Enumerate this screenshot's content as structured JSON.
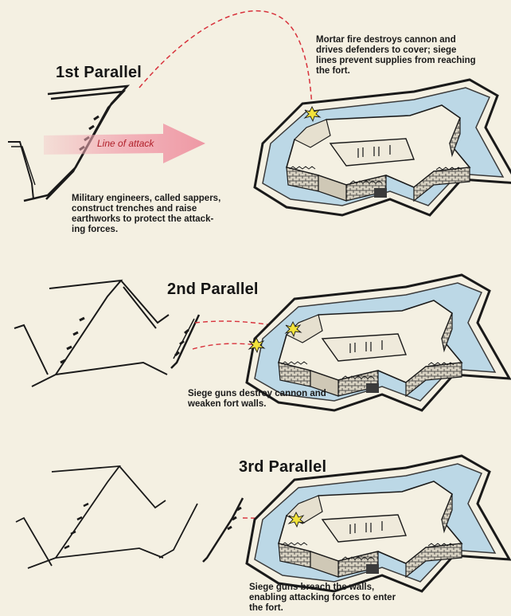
{
  "panels": [
    {
      "title": "1st Parallel",
      "caption_fort": "Mortar fire destroys cannon and\ndrives defenders to cover; siege\nlines prevent supplies from reaching\nthe fort.",
      "caption_trench": "Military engineers, called sappers,\nconstruct trenches and raise\nearthworks to protect the attack-\ning forces.",
      "arrow_label": "Line of attack"
    },
    {
      "title": "2nd Parallel",
      "caption": "Siege guns destroy cannon and\nweaken fort walls."
    },
    {
      "title": "3rd Parallel",
      "caption": "Siege guns breach the walls,\nenabling attacking forces to enter\nthe fort."
    }
  ],
  "colors": {
    "background": "#f4f0e2",
    "moat": "#bcd8e6",
    "fire_path": "#d8323c",
    "attack_arrow": "#f2a9b3",
    "blast": "#f2e23a",
    "ink": "#1a1a1a"
  }
}
